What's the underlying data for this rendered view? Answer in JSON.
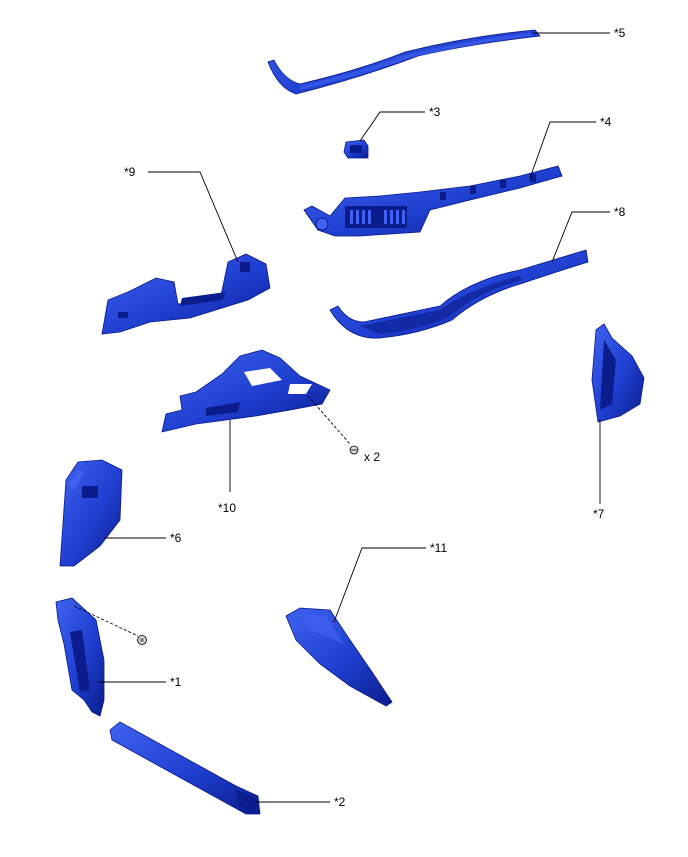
{
  "colors": {
    "part_fill": "#1f3fd0",
    "part_dark": "#0b1c8c",
    "part_light": "#3f63f0",
    "line": "#000000",
    "background": "#ffffff"
  },
  "callouts": {
    "c1": "*1",
    "c2": "*2",
    "c3": "*3",
    "c4": "*4",
    "c5": "*5",
    "c6": "*6",
    "c7": "*7",
    "c8": "*8",
    "c9": "*9",
    "c10": "*10",
    "c11": "*11"
  },
  "quantity_label": "x 2"
}
